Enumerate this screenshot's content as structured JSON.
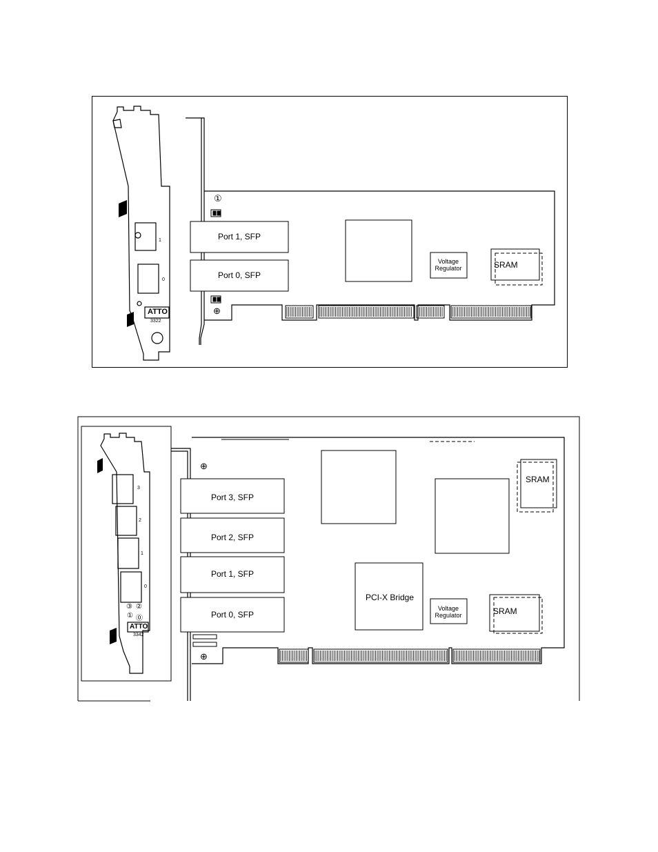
{
  "figure1": {
    "ports": [
      "Port 1, SFP",
      "Port 0, SFP"
    ],
    "voltage_regulator": "Voltage\nRegulator",
    "sram": "SRAM",
    "bracket": {
      "logo": "ATTO",
      "model": "3322",
      "port_numbers": [
        "1",
        "0"
      ]
    },
    "icon_symbol": "①",
    "ground_symbol": "⊕"
  },
  "figure2": {
    "ports": [
      "Port 3, SFP",
      "Port 2, SFP",
      "Port 1, SFP",
      "Port 0, SFP"
    ],
    "pcix_bridge": "PCI-X Bridge",
    "voltage_regulator": "Voltage\nRegulator",
    "sram_top": "SRAM",
    "sram_bottom": "SRAM",
    "bracket": {
      "logo": "ATTO",
      "model": "3342",
      "port_numbers": [
        "3",
        "2",
        "1",
        "0"
      ],
      "led_labels": [
        "③",
        "②",
        "①",
        "⓪"
      ]
    },
    "ground_symbol": "⊕"
  }
}
